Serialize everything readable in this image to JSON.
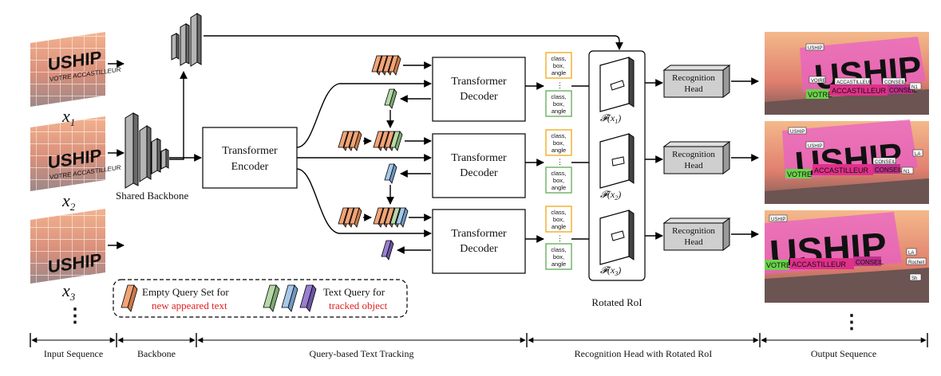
{
  "stages": {
    "input": "Input Sequence",
    "backbone": "Backbone",
    "tracking": "Query-based Text Tracking",
    "recognition": "Recognition Head with Rotated RoI",
    "output": "Output Sequence"
  },
  "inputs": {
    "frame_text": "USHIP",
    "sub_text": "VOTRE ACCASTILLEUR",
    "x1": "x",
    "x2": "x",
    "x3": "x",
    "sub1": "1",
    "sub2": "2",
    "sub3": "3",
    "ellipsis": "⋮"
  },
  "backbone": {
    "label": "Shared Backbone"
  },
  "encoder": {
    "line1": "Transformer",
    "line2": "Encoder"
  },
  "decoder": {
    "line1": "Transformer",
    "line2": "Decoder"
  },
  "outputs": {
    "line1": "class,",
    "line2": "box,",
    "line3": "angle",
    "dots": "⋮"
  },
  "roi": {
    "label": "Rotated RoI",
    "f1": "𝓕(x",
    "f2": "𝓕(x",
    "f3": "𝓕(x",
    "close": ")",
    "s1": "1",
    "s2": "2",
    "s3": "3"
  },
  "recognition": {
    "line1": "Recognition",
    "line2": "Head"
  },
  "legend": {
    "empty_line1": "Empty Query Set for",
    "empty_line2": "new appeared text",
    "text_line1": "Text Query for",
    "text_line2": "tracked object"
  },
  "output_frames": {
    "title": "USHIP",
    "tags": [
      "USHIP",
      "VOIRE",
      "ACCASTILLEUF",
      "CONSEIL",
      "N1",
      "VOTRE",
      "ACCASTILLEUR",
      "CONSEIL",
      "LA",
      "Rochell",
      "Sh"
    ]
  },
  "colors": {
    "orange": "#f0a477",
    "orange_side": "#c9794a",
    "green": "#b6d7a8",
    "green_side": "#7fa873",
    "blue": "#a8c8e8",
    "blue_side": "#6f98c0",
    "purple": "#9a7fd1",
    "purple_side": "#6a54a3",
    "out_yellow": "#f2b233",
    "out_green": "#72b66a",
    "red_text": "#e02020",
    "gray_block": "#c8c8c8"
  },
  "output_ellipsis": "⋮"
}
